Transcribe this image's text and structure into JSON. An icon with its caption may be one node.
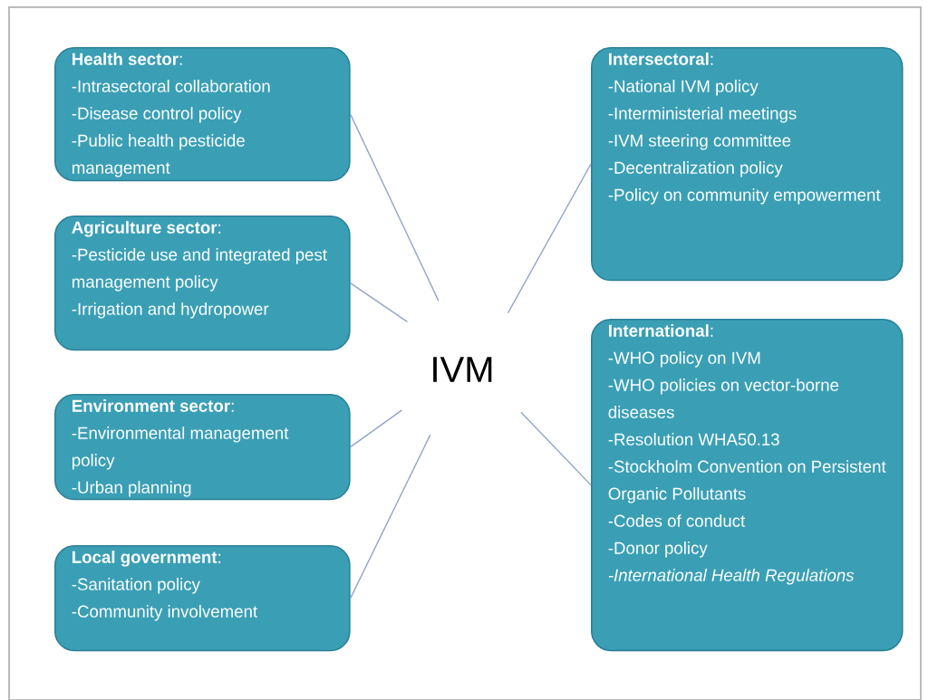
{
  "diagram": {
    "nodes": [
      {
        "text": [
          "IVM"
        ]
      },
      {
        "text": [
          "**Health sector**:",
          "-Intrasectoral collaboration",
          "-Disease control policy",
          "-Public health pesticide management"
        ]
      },
      {
        "text": [
          "**Agriculture sector**:",
          "-Pesticide use and integrated pest management policy",
          "-Irrigation and hydropower"
        ]
      },
      {
        "text": [
          "**Environment sector**:",
          "-Environmental management policy",
          "-Urban planning"
        ]
      },
      {
        "text": [
          "**Local government**:",
          "-Sanitation policy",
          "-Community involvement"
        ]
      },
      {
        "text": [
          "**Intersectoral**:",
          "-National IVM policy",
          "-Interministerial meetings",
          "-IVM steering committee",
          "-Decentralization policy",
          "-Policy on community empowerment"
        ]
      },
      {
        "text": [
          "**International**:",
          "-WHO policy on IVM",
          "-WHO policies on vector-borne diseases",
          "-Resolution WHA50.13",
          "-Stockholm Convention on Persistent Organic Pollutants",
          "-Codes of conduct",
          "-Donor policy",
          "*-International Health Regulations*"
        ]
      }
    ],
    "edges": [
      {
        "from": 1,
        "to": 0,
        "arrow": "none"
      },
      {
        "from": 2,
        "to": 0,
        "arrow": "none"
      },
      {
        "from": 3,
        "to": 0,
        "arrow": "none"
      },
      {
        "from": 4,
        "to": 0,
        "arrow": "none"
      },
      {
        "from": 5,
        "to": 0,
        "arrow": "none"
      },
      {
        "from": 6,
        "to": 0,
        "arrow": "none"
      }
    ]
  }
}
